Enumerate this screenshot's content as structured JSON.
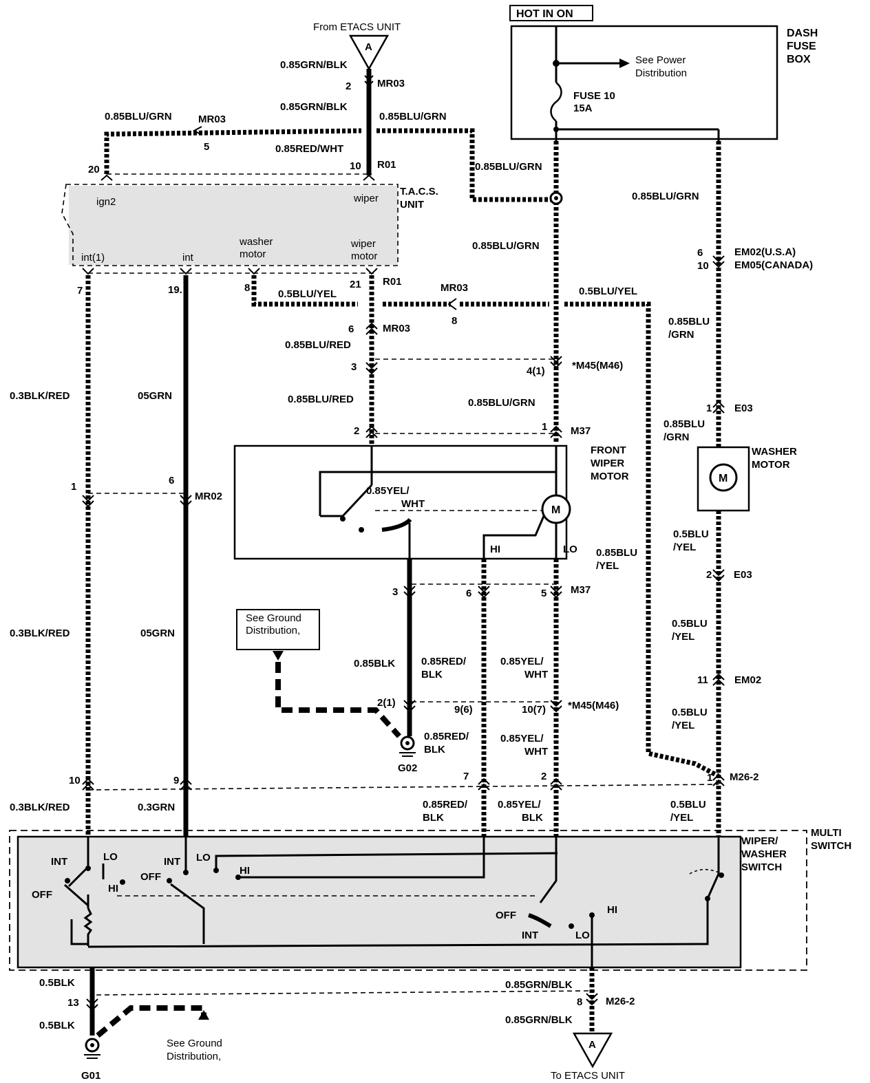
{
  "title": "",
  "hot_in_on": "HOT IN ON",
  "dash_fuse_box": [
    "DASH",
    "FUSE",
    "BOX"
  ],
  "see_power": [
    "See Power",
    "Distribution"
  ],
  "fuse": [
    "FUSE 10",
    "15A"
  ],
  "from_etacs": "From ETACS UNIT",
  "to_etacs": "To ETACS UNIT",
  "connector_a": "A",
  "tacs_unit": [
    "T.A.C.S.",
    "UNIT"
  ],
  "tacs_pins": {
    "ign2": "ign2",
    "wiper": "wiper",
    "int1": "int(1)",
    "int": "int",
    "washer_motor": [
      "washer",
      "motor"
    ],
    "wiper_motor": [
      "wiper",
      "motor"
    ]
  },
  "front_wiper_motor": [
    "FRONT",
    "WIPER",
    "MOTOR"
  ],
  "washer_motor": [
    "WASHER",
    "MOTOR"
  ],
  "motor_symbol": "M",
  "multi_switch": [
    "MULTI",
    "SWITCH"
  ],
  "wiper_washer_switch": [
    "WIPER/",
    "WASHER",
    "SWITCH"
  ],
  "see_ground_1": [
    "See Ground",
    "Distribution,"
  ],
  "see_ground_2": [
    "See Ground",
    "Distribution,"
  ],
  "grounds": {
    "g02": "G02",
    "g01": "G01"
  },
  "switch_positions": {
    "int": "INT",
    "lo": "LO",
    "hi": "HI",
    "off": "OFF"
  },
  "motor_terminals": {
    "hi": "HI",
    "lo": "LO"
  },
  "connectors": {
    "mr03": "MR03",
    "r01": "R01",
    "m45": "*M45(M46)",
    "m37": "M37",
    "mr02": "MR02",
    "em02_05": [
      "EM02(U.S.A)",
      "EM05(CANADA)"
    ],
    "e03": "E03",
    "em02": "EM02",
    "m26_2": "M26-2"
  },
  "pins": {
    "p2": "2",
    "p5": "5",
    "p20": "20",
    "p10": "10",
    "p7": "7",
    "p19": "19.",
    "p8": "8",
    "p21": "21",
    "p6": "6",
    "p3": "3",
    "p4_1": "4(1)",
    "p1": "1",
    "p6b": "6",
    "p2_1": "2(1)",
    "p9_6": "9(6)",
    "p10_7": "10(7)",
    "p9": "9",
    "p13": "13",
    "p11": "11",
    "p8b": "8"
  },
  "wire_labels": {
    "grn_blk": "0.85GRN/BLK",
    "blu_grn": "0.85BLU/GRN",
    "red_wht": "0.85RED/WHT",
    "blu_yel_05": "0.5BLU/YEL",
    "blu_red": "0.85BLU/RED",
    "blk_red_03": "0.3BLK/RED",
    "grn_05": "05GRN",
    "grn_03": "0.3GRN",
    "yel_wht_split": [
      "0.85YEL/",
      "WHT"
    ],
    "blk_085": "0.85BLK",
    "red_blk_split": [
      "0.85RED/",
      "BLK"
    ],
    "yel_wht_split2": [
      "0.85YEL/",
      "WHT"
    ],
    "blu_yel_085_split": [
      "0.85BLU",
      "/YEL"
    ],
    "blu_grn_085_split": [
      "0.85BLU",
      "/GRN"
    ],
    "blu_yel_05_split": [
      "0.5BLU",
      "/YEL"
    ],
    "yel_blk_split": [
      "0.85YEL/",
      "BLK"
    ],
    "blk_05": "0.5BLK"
  }
}
